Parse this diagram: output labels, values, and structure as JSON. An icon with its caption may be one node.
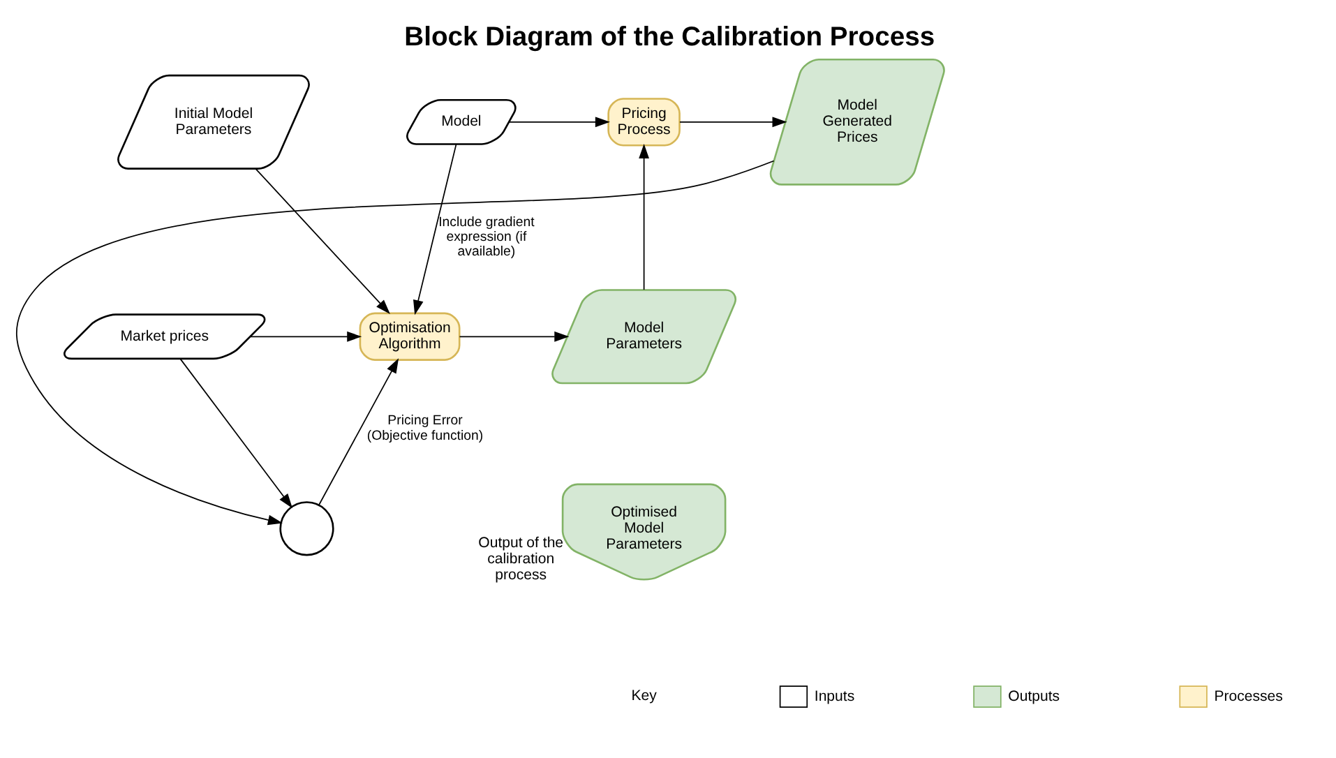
{
  "diagram": {
    "title": "Block Diagram of the Calibration Process",
    "nodes": [
      {
        "text": [
          "Initial Model Parameters"
        ]
      },
      {
        "text": [
          "Model"
        ]
      },
      {
        "text": [
          "Pricing Process"
        ]
      },
      {
        "text": [
          "Model Generated Prices"
        ]
      },
      {
        "text": [
          "Market prices"
        ]
      },
      {
        "text": [
          "Optimisation Algorithm"
        ]
      },
      {
        "text": [
          "Model Parameters"
        ]
      },
      {
        "text": [
          "Optimised Model Parameters"
        ],
        "beside": [
          "Output of the calibration process"
        ]
      },
      {
        "text": [],
        "shape": "circle"
      }
    ],
    "edges": [
      {
        "from": 0,
        "to": 5,
        "arrow": "to"
      },
      {
        "from": 1,
        "to": 5,
        "arrow": "to",
        "label": "Include gradient expression (if available)"
      },
      {
        "from": 1,
        "to": 2,
        "arrow": "to"
      },
      {
        "from": 2,
        "to": 3,
        "arrow": "to"
      },
      {
        "from": 4,
        "to": 5,
        "arrow": "to"
      },
      {
        "from": 5,
        "to": 6,
        "arrow": "to"
      },
      {
        "from": 6,
        "to": 2,
        "arrow": "to"
      },
      {
        "from": 4,
        "to": 8,
        "arrow": "to"
      },
      {
        "from": 8,
        "to": 5,
        "arrow": "to",
        "label": "Pricing Error (Objective function)"
      },
      {
        "from": 3,
        "to": 8,
        "arrow": "to"
      }
    ],
    "labels": [
      "Key"
    ],
    "legend": [
      {
        "text": "Inputs",
        "color": "#ffffff"
      },
      {
        "text": "Outputs",
        "color": "#d5e8d4"
      },
      {
        "text": "Processes",
        "color": "#fff2cc"
      }
    ]
  }
}
